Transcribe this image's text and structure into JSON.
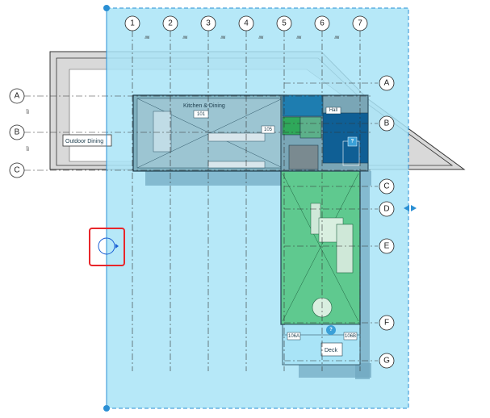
{
  "grid": {
    "columns": [
      "1",
      "2",
      "3",
      "4",
      "5",
      "6",
      "7"
    ],
    "rows_left": [
      "A",
      "B",
      "C"
    ],
    "rows_right": [
      "A",
      "B",
      "C",
      "D",
      "E",
      "F",
      "G"
    ],
    "dim_mark": "iiiii"
  },
  "labels": {
    "outdoor_dining": "Outdoor Dining",
    "kitchen_dining": "Kitchen & Dining",
    "kitchen_tag": "101",
    "room_105": "105",
    "hall_tag": "Hall",
    "room_106a": "106A",
    "room_106b": "106B",
    "deck": "Deck",
    "help_1": "?",
    "help_2": "?"
  },
  "colors": {
    "selection_fill": "#a9e4f7",
    "selection_border": "#2a8fd4",
    "green_room": "#5fc98f",
    "dark_blue": "#0f5f95",
    "highlight": "#e8262b"
  }
}
